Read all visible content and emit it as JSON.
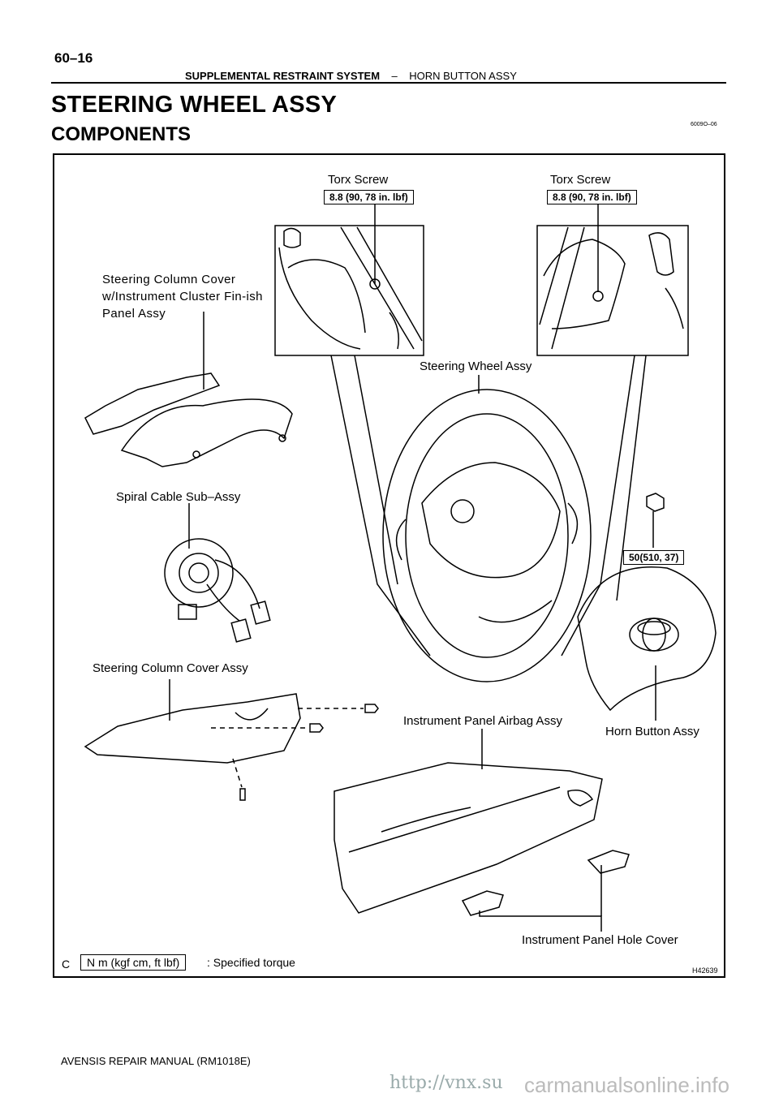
{
  "header": {
    "page_number": "60–16",
    "section": "SUPPLEMENTAL RESTRAINT SYSTEM",
    "separator": "–",
    "subsection": "HORN BUTTON ASSY"
  },
  "title": "STEERING WHEEL ASSY",
  "subtitle": "COMPONENTS",
  "doc_code": "6009O–06",
  "figure": {
    "labels": {
      "torx_left": "Torx Screw",
      "torx_right": "Torx Screw",
      "torque_left": "8.8 (90, 78 in. lbf)",
      "torque_right": "8.8 (90, 78 in. lbf)",
      "column_cover_finish": "Steering Column Cover w/Instrument Cluster Fin-ish Panel Assy",
      "steering_wheel": "Steering Wheel Assy",
      "spiral_cable": "Spiral Cable Sub–Assy",
      "nut_torque": "50(510, 37)",
      "column_cover": "Steering Column Cover Assy",
      "airbag": "Instrument Panel Airbag Assy",
      "horn_button": "Horn Button Assy",
      "hole_cover": "Instrument Panel Hole Cover"
    },
    "legend": {
      "prefix": "C",
      "unit_box": "N m (kgf cm, ft lbf)",
      "text": ": Specified torque"
    },
    "figure_id": "H42639"
  },
  "footer": "AVENSIS REPAIR MANUAL   (RM1018E)",
  "watermark": "http://vnx.su",
  "watermark2": "carmanualsonline.info"
}
